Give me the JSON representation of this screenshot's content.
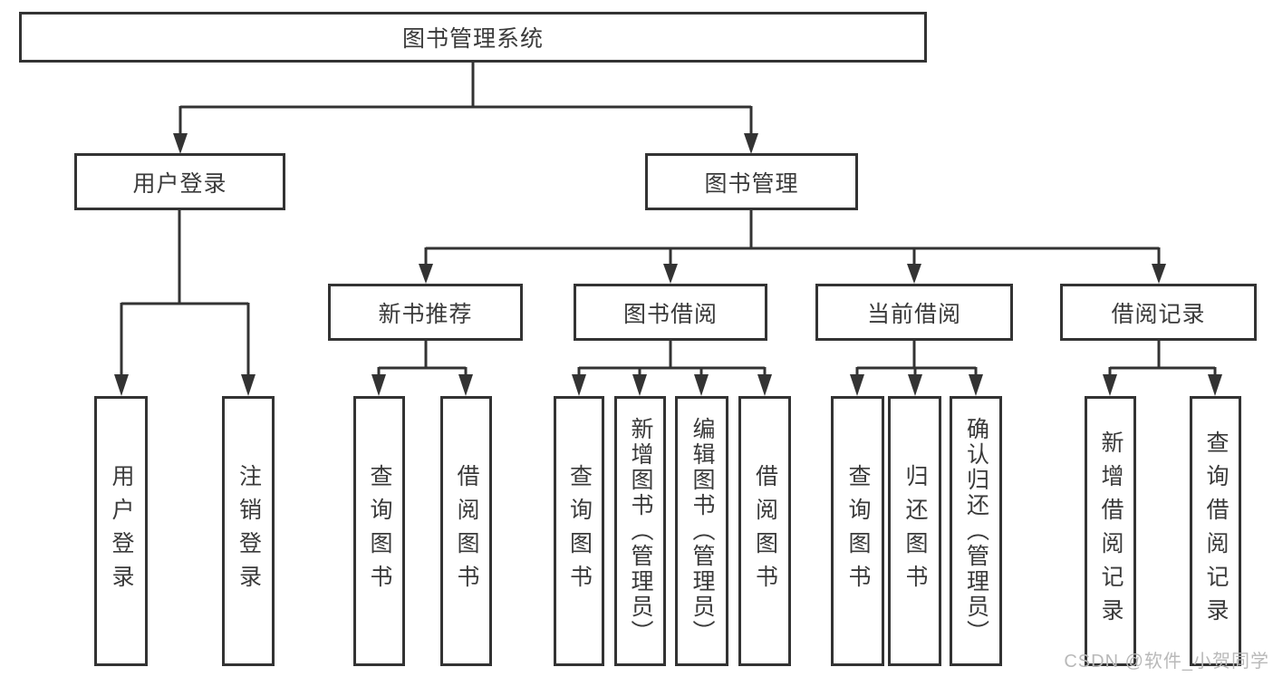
{
  "tree": {
    "root": {
      "label": "图书管理系统"
    },
    "branches": [
      {
        "label": "用户登录",
        "leaves": [
          {
            "label": "用户登录"
          },
          {
            "label": "注销登录"
          }
        ]
      },
      {
        "label": "图书管理",
        "groups": [
          {
            "label": "新书推荐",
            "leaves": [
              {
                "label": "查询图书"
              },
              {
                "label": "借阅图书"
              }
            ]
          },
          {
            "label": "图书借阅",
            "leaves": [
              {
                "label": "查询图书"
              },
              {
                "label": "新增图书（管理员）"
              },
              {
                "label": "编辑图书（管理员）"
              },
              {
                "label": "借阅图书"
              }
            ]
          },
          {
            "label": "当前借阅",
            "leaves": [
              {
                "label": "查询图书"
              },
              {
                "label": "归还图书"
              },
              {
                "label": "确认归还（管理员）"
              }
            ]
          },
          {
            "label": "借阅记录",
            "leaves": [
              {
                "label": "新增借阅记录"
              },
              {
                "label": "查询借阅记录"
              }
            ]
          }
        ]
      }
    ]
  },
  "watermark": {
    "text": "CSDN @软件_小贺同学"
  },
  "colors": {
    "line": "#333333",
    "box_border": "#333333",
    "text": "#3a3a3a",
    "watermark": "#b9b9b9",
    "background": "#ffffff"
  }
}
